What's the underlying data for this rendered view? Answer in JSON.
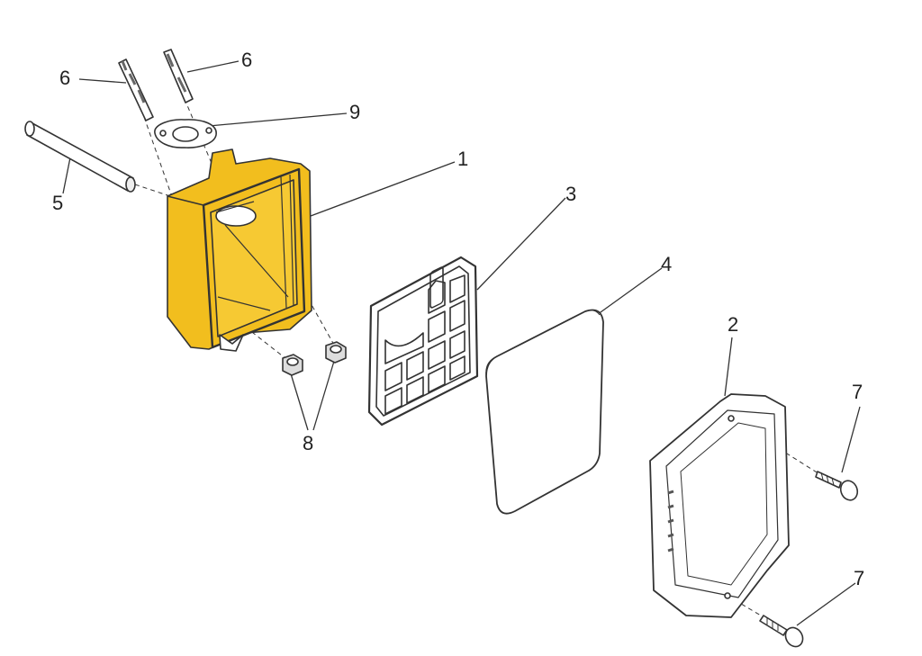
{
  "diagram": {
    "accent_color": "#F2BE1E",
    "callouts": {
      "stud_left": "6",
      "stud_right": "6",
      "gasket": "9",
      "base": "1",
      "tube": "5",
      "precleaner_grid": "3",
      "filter_element": "4",
      "cover": "2",
      "screw_top": "7",
      "screw_bottom": "7",
      "nuts": "8"
    }
  }
}
